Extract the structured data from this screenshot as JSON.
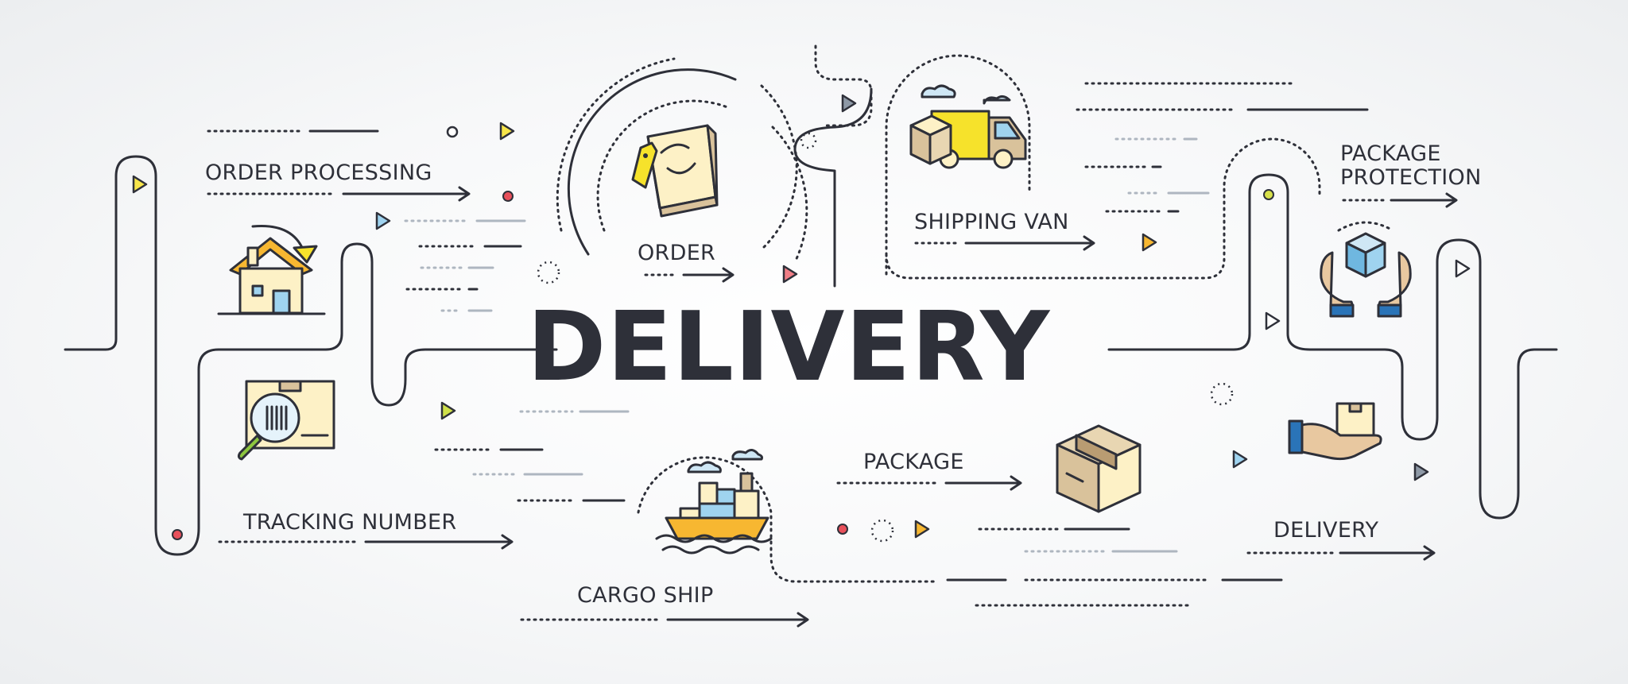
{
  "title": "DELIVERY",
  "labels": {
    "order_processing": "ORDER PROCESSING",
    "order": "ORDER",
    "shipping_van": "SHIPPING VAN",
    "package_protection_line1": "PACKAGE",
    "package_protection_line2": "PROTECTION",
    "tracking_number": "TRACKING NUMBER",
    "cargo_ship": "CARGO SHIP",
    "package": "PACKAGE",
    "delivery": "DELIVERY"
  },
  "icons": {
    "order_processing": "house-with-arrow-icon",
    "order": "shopping-bag-icon",
    "shipping_van": "delivery-truck-icon",
    "package_protection": "hands-holding-box-icon",
    "tracking_number": "box-with-magnifier-icon",
    "cargo_ship": "cargo-ship-icon",
    "package": "cardboard-box-icon",
    "delivery": "hand-holding-box-icon"
  },
  "colors": {
    "ink": "#2e3039",
    "yellow": "#f6e22b",
    "cream": "#fdf1c6",
    "tan": "#d9c29b",
    "light_blue": "#9fd3ef",
    "blue": "#2a74b8",
    "orange": "#f7b731",
    "red_dot": "#e8505b",
    "gray": "#aeb6c0"
  }
}
